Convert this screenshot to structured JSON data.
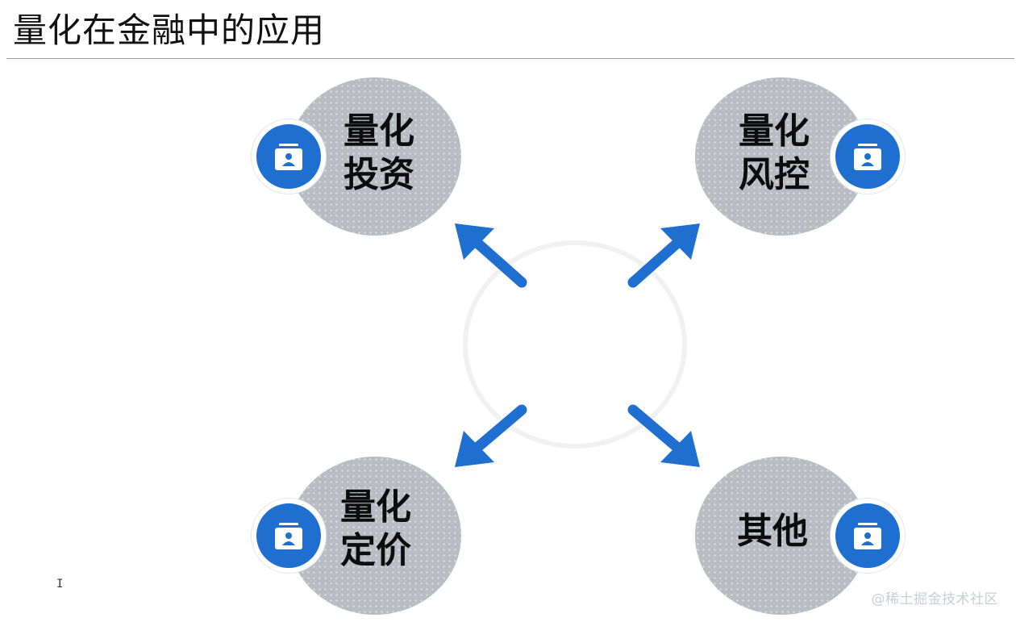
{
  "slide": {
    "title": "量化在金融中的应用",
    "watermark": "@稀土掘金技术社区"
  },
  "nodes": [
    {
      "id": "investment",
      "line1": "量化",
      "line2": "投资"
    },
    {
      "id": "risk-control",
      "line1": "量化",
      "line2": "风控"
    },
    {
      "id": "pricing",
      "line1": "量化",
      "line2": "定价"
    },
    {
      "id": "other",
      "line1": "其他",
      "line2": ""
    }
  ],
  "icons": {
    "badge": "folder-user-icon",
    "arrow": "arrow-icon",
    "cursor": "text-cursor-icon"
  },
  "colors": {
    "accent_blue": "#1f6fd1",
    "node_gray": "#b9bcc3",
    "title_text": "#111111"
  }
}
